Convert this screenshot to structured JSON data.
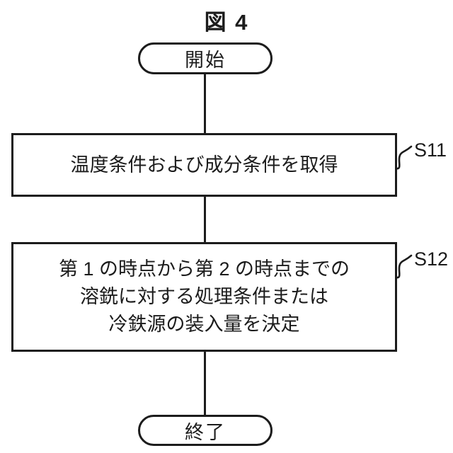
{
  "figure": {
    "title": "図 4"
  },
  "flowchart": {
    "start": {
      "label": "開始"
    },
    "end": {
      "label": "終了"
    },
    "steps": [
      {
        "id": "S11",
        "lines": [
          "温度条件および成分条件を取得"
        ]
      },
      {
        "id": "S12",
        "lines": [
          "第 1 の時点から第 2 の時点までの",
          "溶銑に対する処理条件または",
          "冷鉄源の装入量を決定"
        ]
      }
    ]
  },
  "colors": {
    "stroke": "#1c1c1c",
    "text": "#1c1c1c",
    "background": "#ffffff"
  }
}
